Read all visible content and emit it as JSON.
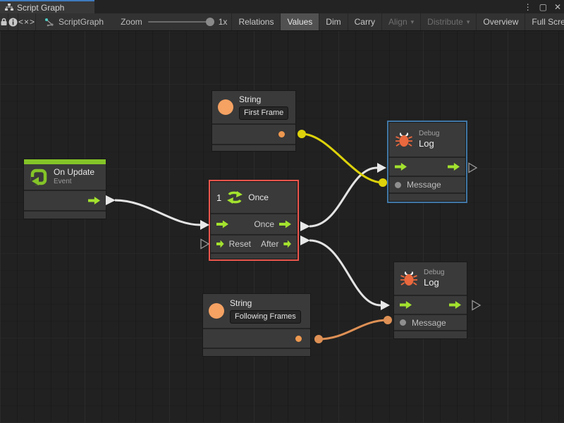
{
  "window": {
    "tab_title": "Script Graph",
    "controls": {
      "menu": "⋮",
      "maximize": "▢",
      "close": "✕"
    }
  },
  "toolbar": {
    "code_icon_glyph": "<×>",
    "graph_name": "ScriptGraph",
    "zoom_label": "Zoom",
    "zoom_value": "1x",
    "buttons": [
      {
        "label": "Relations",
        "state": "normal"
      },
      {
        "label": "Values",
        "state": "active"
      },
      {
        "label": "Dim",
        "state": "normal"
      },
      {
        "label": "Carry",
        "state": "normal"
      },
      {
        "label": "Align",
        "state": "disabled",
        "caret": "▾"
      },
      {
        "label": "Distribute",
        "state": "disabled",
        "caret": "▾"
      },
      {
        "label": "Overview",
        "state": "normal"
      },
      {
        "label": "Full Screen",
        "state": "normal"
      }
    ]
  },
  "nodes": {
    "on_update": {
      "title": "On Update",
      "subtitle": "Event"
    },
    "string_top": {
      "title": "String",
      "value": "First Frame"
    },
    "once": {
      "counter": "1",
      "title": "Once",
      "port_once": "Once",
      "port_reset": "Reset",
      "port_after": "After"
    },
    "debug_top": {
      "kind": "Debug",
      "title": "Log",
      "message_label": "Message"
    },
    "debug_bottom": {
      "kind": "Debug",
      "title": "Log",
      "message_label": "Message"
    },
    "string_bottom": {
      "title": "String",
      "value": "Following Frames"
    }
  },
  "colors": {
    "accent_green": "#84C428",
    "port_green": "#A3E22E",
    "selection_red": "#EC564C",
    "selection_blue": "#4177A5",
    "wire_white": "#E4E4E4",
    "wire_yellow": "#DDD20B",
    "wire_orange": "#DE9055",
    "string_orange": "#F5A263",
    "bug_orange": "#E9683D"
  }
}
